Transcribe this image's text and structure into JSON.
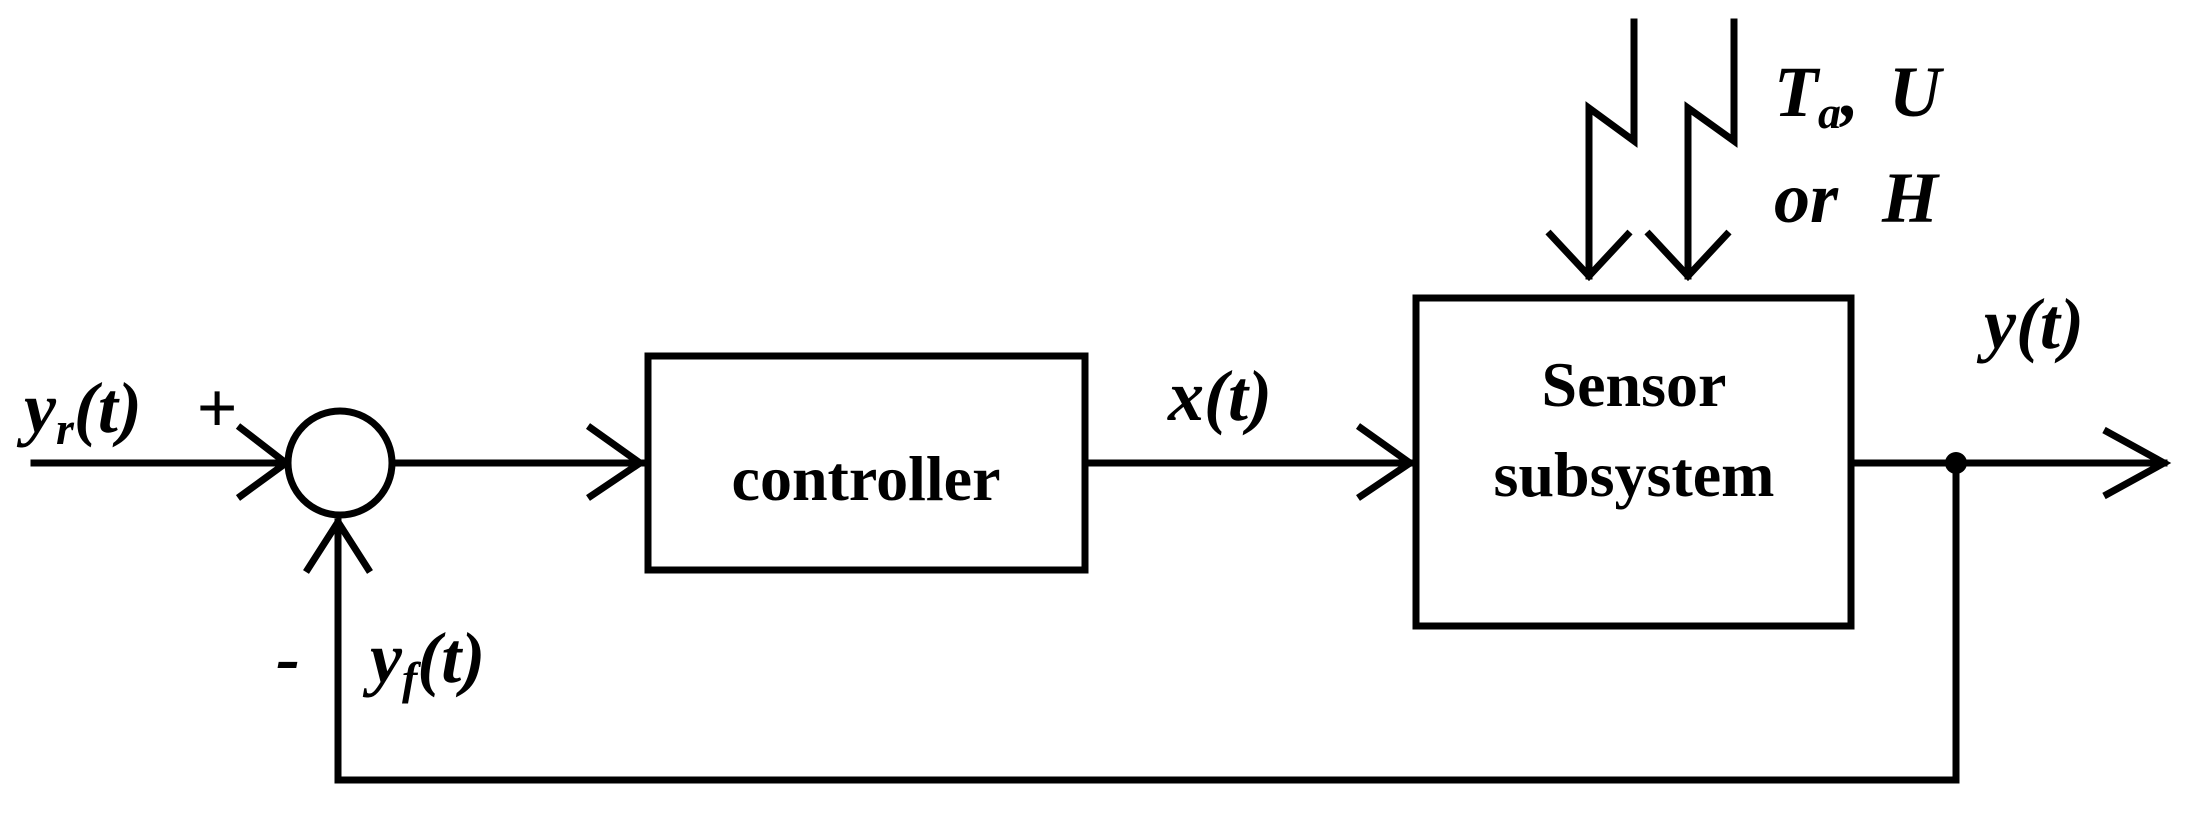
{
  "diagram": {
    "blocks": {
      "controller": "controller",
      "sensor_line1": "Sensor",
      "sensor_line2": "subsystem"
    },
    "signals": {
      "reference_base": "y",
      "reference_sub": "r",
      "reference_arg": "(t)",
      "plus_sign": "+",
      "minus_sign": "-",
      "feedback_base": "y",
      "feedback_sub": "f",
      "feedback_arg": "(t)",
      "control": "x(t)",
      "output": "y(t)"
    },
    "disturbances": {
      "temp_base": "T",
      "temp_sub": "a",
      "temp_sep": ",",
      "voltage": "U",
      "or_word": "or",
      "humidity": "H"
    }
  }
}
